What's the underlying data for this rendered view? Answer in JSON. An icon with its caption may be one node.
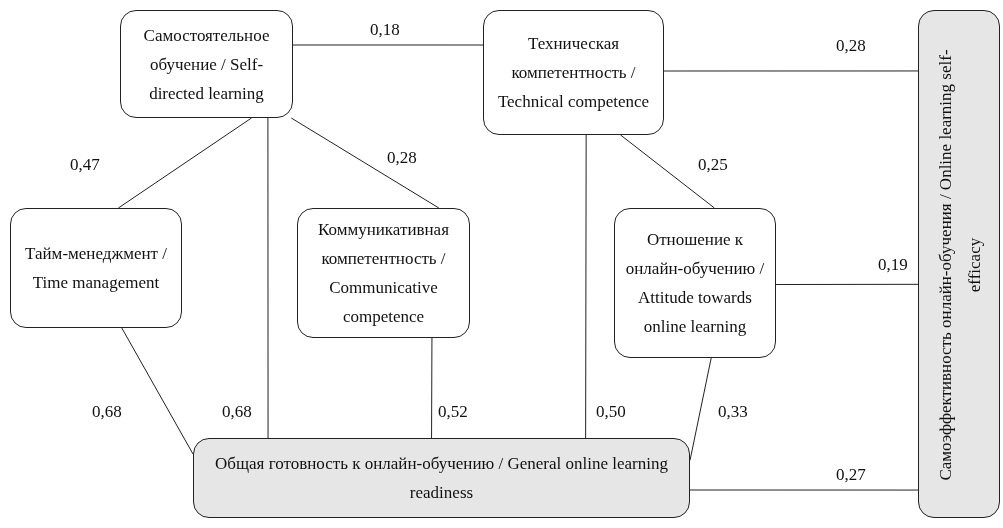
{
  "diagram": {
    "nodes": [
      {
        "text": [
          "Самостоятельное обучение / Self-directed learning"
        ]
      },
      {
        "text": [
          "Техническая компетентность / Technical competence"
        ]
      },
      {
        "text": [
          "Тайм-менеджмент / Time management"
        ]
      },
      {
        "text": [
          "Коммуникативная компетентность / Communicative competence"
        ]
      },
      {
        "text": [
          "Отношение к онлайн-обучению / Attitude towards online learning"
        ]
      },
      {
        "text": [
          "Общая готовность к онлайн-обучению / General online learning readiness"
        ]
      },
      {
        "text": [
          "Самоэффективность онлайн-обучения / Online learning self-efficacy"
        ]
      }
    ],
    "edges": [
      {
        "from": 0,
        "to": 1,
        "arrow": "none",
        "label": "0,18"
      },
      {
        "from": 1,
        "to": 6,
        "arrow": "none",
        "label": "0,28"
      },
      {
        "from": 0,
        "to": 2,
        "arrow": "none",
        "label": "0,47"
      },
      {
        "from": 0,
        "to": 3,
        "arrow": "none",
        "label": "0,28"
      },
      {
        "from": 0,
        "to": 5,
        "arrow": "none",
        "label": "0,68"
      },
      {
        "from": 1,
        "to": 4,
        "arrow": "none",
        "label": "0,25"
      },
      {
        "from": 1,
        "to": 5,
        "arrow": "none",
        "label": "0,50"
      },
      {
        "from": 4,
        "to": 6,
        "arrow": "none",
        "label": "0,19"
      },
      {
        "from": 2,
        "to": 5,
        "arrow": "none",
        "label": "0,68"
      },
      {
        "from": 3,
        "to": 5,
        "arrow": "none",
        "label": "0,52"
      },
      {
        "from": 4,
        "to": 5,
        "arrow": "none",
        "label": "0,33"
      },
      {
        "from": 5,
        "to": 6,
        "arrow": "none",
        "label": "0,27"
      }
    ]
  }
}
